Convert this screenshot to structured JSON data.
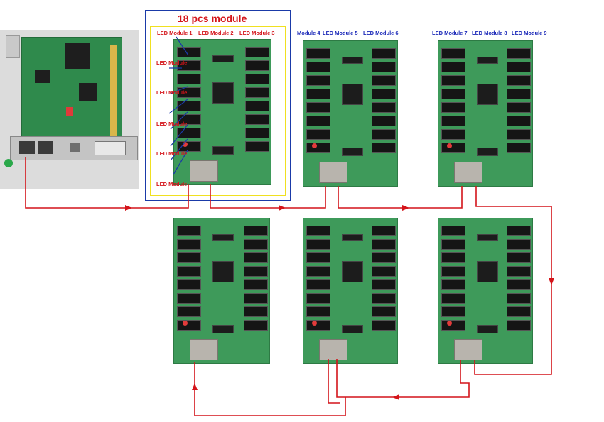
{
  "diagram": {
    "group_title": "18 pcs module",
    "top_labels": {
      "receiver_1": [
        "LED Module 1",
        "LED Module 2",
        "LED Module 3"
      ],
      "receiver_2": [
        "Module 4",
        "LED Module 5",
        "LED Module 6"
      ],
      "receiver_3": [
        "LED Module 7",
        "LED Module 8",
        "LED Module 9"
      ]
    },
    "side_labels": [
      "LED Module",
      "LED Module",
      "LED Module",
      "LED Module",
      "LED Module"
    ],
    "colors": {
      "wire": "#d4141a",
      "highlight_outer": "#1a3aa8",
      "highlight_inner": "#f0e020",
      "label_red": "#d4141a",
      "label_blue": "#1a28b8",
      "pcb": "#3e9a5a"
    }
  }
}
